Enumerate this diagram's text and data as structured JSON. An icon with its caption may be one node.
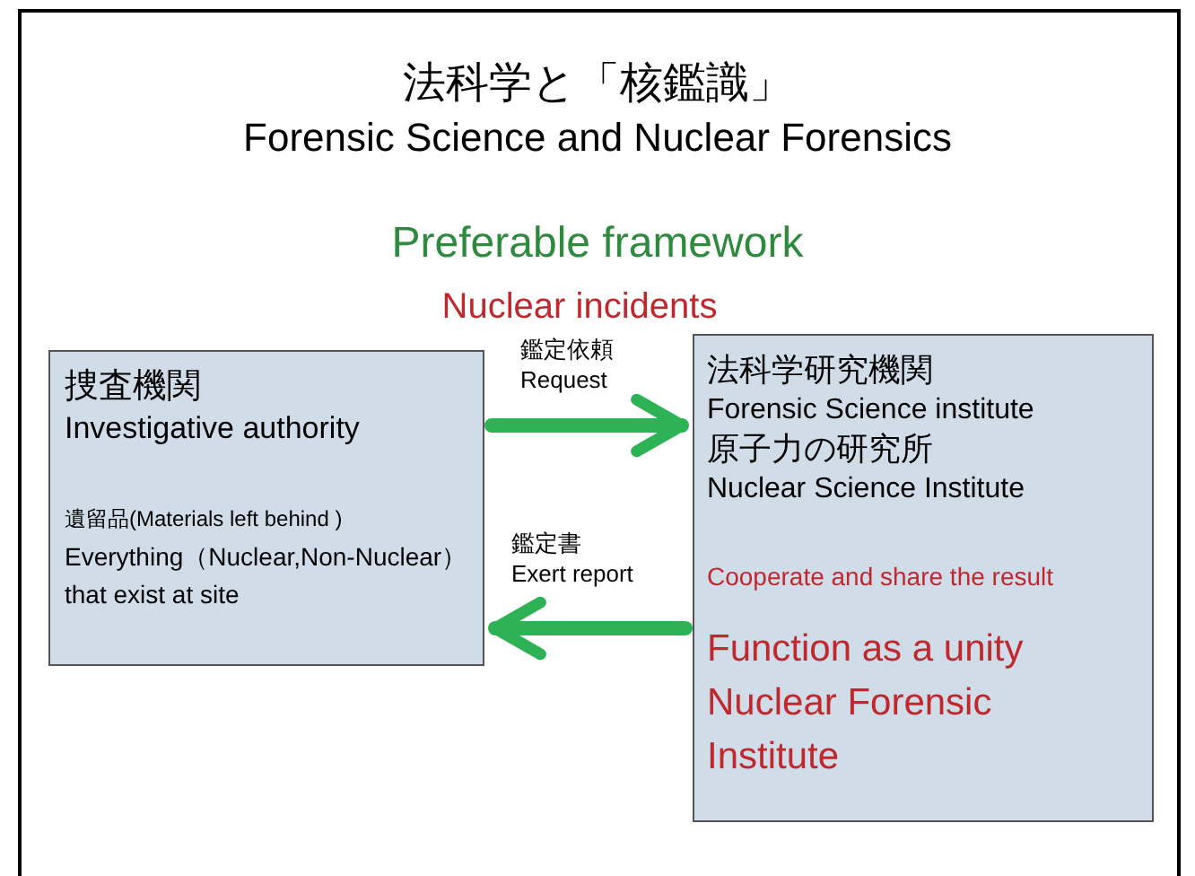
{
  "diagram": {
    "title": "法科学と「核鑑識」 Forensic Science and Nuclear Forensics",
    "nodes": [
      {
        "text": [
          "捜査機関",
          "Investigative authority",
          "遺留品(Materials left behind )",
          "Everything（Nuclear,Non-Nuclear） that exist at site"
        ]
      },
      {
        "text": [
          "法科学研究機関",
          "Forensic Science institute",
          "原子力の研究所",
          "Nuclear Science Institute",
          "Cooperate and share the result",
          "Function as a unity Nuclear Forensic Institute"
        ]
      }
    ],
    "edges": [
      {
        "from": 0,
        "to": 1,
        "arrow": "to",
        "label": "鑑定依頼 Request"
      },
      {
        "from": 1,
        "to": 0,
        "arrow": "to",
        "label": "鑑定書 Exert report"
      }
    ],
    "labels": [
      "Preferable framework",
      "Nuclear incidents"
    ]
  }
}
